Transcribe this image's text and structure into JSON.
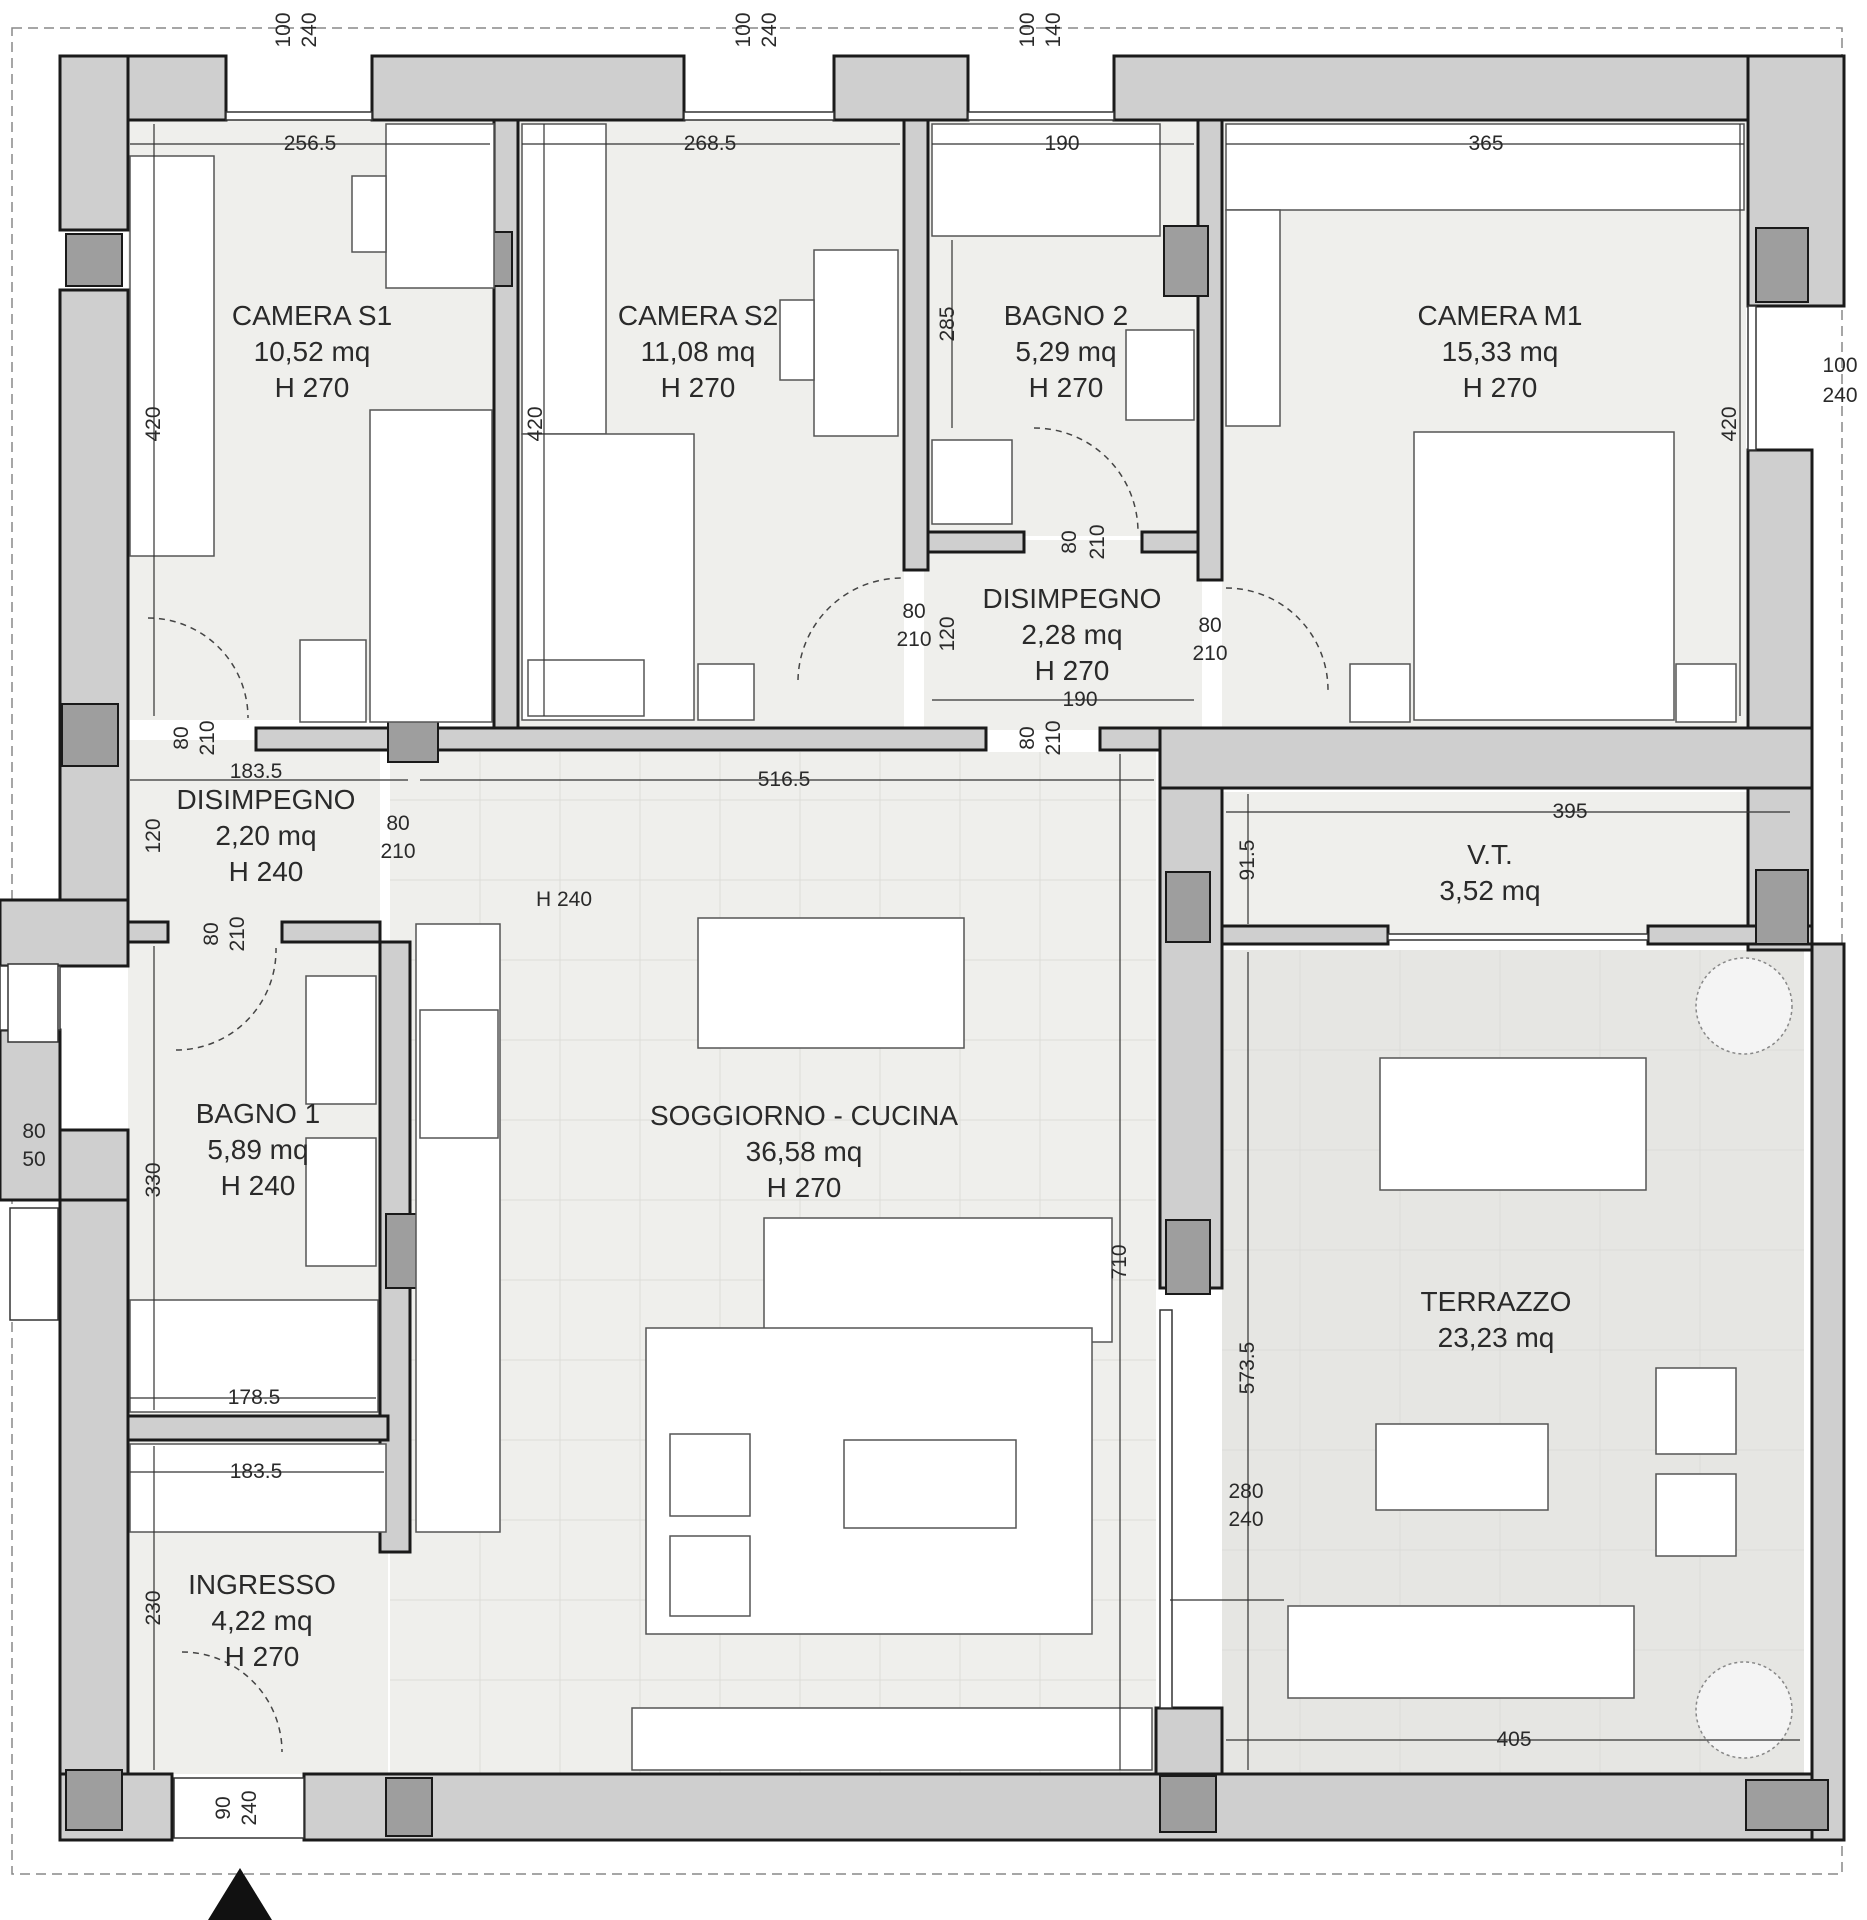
{
  "rooms": {
    "camera_s1": {
      "name": "CAMERA S1",
      "area": "10,52 mq",
      "height": "H 270"
    },
    "camera_s2": {
      "name": "CAMERA S2",
      "area": "11,08 mq",
      "height": "H 270"
    },
    "bagno_2": {
      "name": "BAGNO 2",
      "area": "5,29 mq",
      "height": "H 270"
    },
    "camera_m1": {
      "name": "CAMERA M1",
      "area": "15,33 mq",
      "height": "H 270"
    },
    "disimpegno_north": {
      "name": "DISIMPEGNO",
      "area": "2,28 mq",
      "height": "H 270"
    },
    "disimpegno_west": {
      "name": "DISIMPEGNO",
      "area": "2,20 mq",
      "height": "H 240"
    },
    "vt": {
      "name": "V.T.",
      "area": "3,52 mq"
    },
    "bagno_1": {
      "name": "BAGNO 1",
      "area": "5,89 mq",
      "height": "H 240"
    },
    "soggiorno_cucina": {
      "name": "SOGGIORNO - CUCINA",
      "area": "36,58 mq",
      "height": "H 270",
      "kitchen_height": "H 240"
    },
    "terrazzo": {
      "name": "TERRAZZO",
      "area": "23,23 mq"
    },
    "ingresso": {
      "name": "INGRESSO",
      "area": "4,22 mq",
      "height": "H 270"
    }
  },
  "dimensions": {
    "s1_width": "256.5",
    "s2_width": "268.5",
    "b2_width": "190",
    "m1_width": "365",
    "s1_depth": "420",
    "s2_depth": "420",
    "b2_depth": "285",
    "m1_depth": "420",
    "win_s1": [
      "100",
      "240"
    ],
    "win_s2": [
      "100",
      "240"
    ],
    "win_b2": [
      "100",
      "140"
    ],
    "win_m1": [
      "100",
      "240"
    ],
    "door_b2": [
      "80",
      "210"
    ],
    "door_s2": [
      "80",
      "210"
    ],
    "door_m1": [
      "80",
      "210"
    ],
    "door_s1": [
      "80",
      "210"
    ],
    "door_living_n": [
      "80",
      "210"
    ],
    "door_living_w": [
      "80",
      "210"
    ],
    "door_b1": [
      "80",
      "210"
    ],
    "win_b1": [
      "80",
      "50"
    ],
    "win_terrace": [
      "280",
      "240"
    ],
    "door_entry": [
      "90",
      "240"
    ],
    "disimpegno_n_side": "120",
    "disimpegno_n_width": "190",
    "disimpegno_w_width": "183.5",
    "disimpegno_w_depth": "120",
    "living_width": "516.5",
    "living_depth": "710",
    "vt_width": "395",
    "vt_depth": "91.5",
    "b1_width": "178.5",
    "b1_depth": "330",
    "ingresso_width": "183.5",
    "ingresso_depth": "230",
    "terrace_depth": "573.5",
    "terrace_width": "405"
  }
}
